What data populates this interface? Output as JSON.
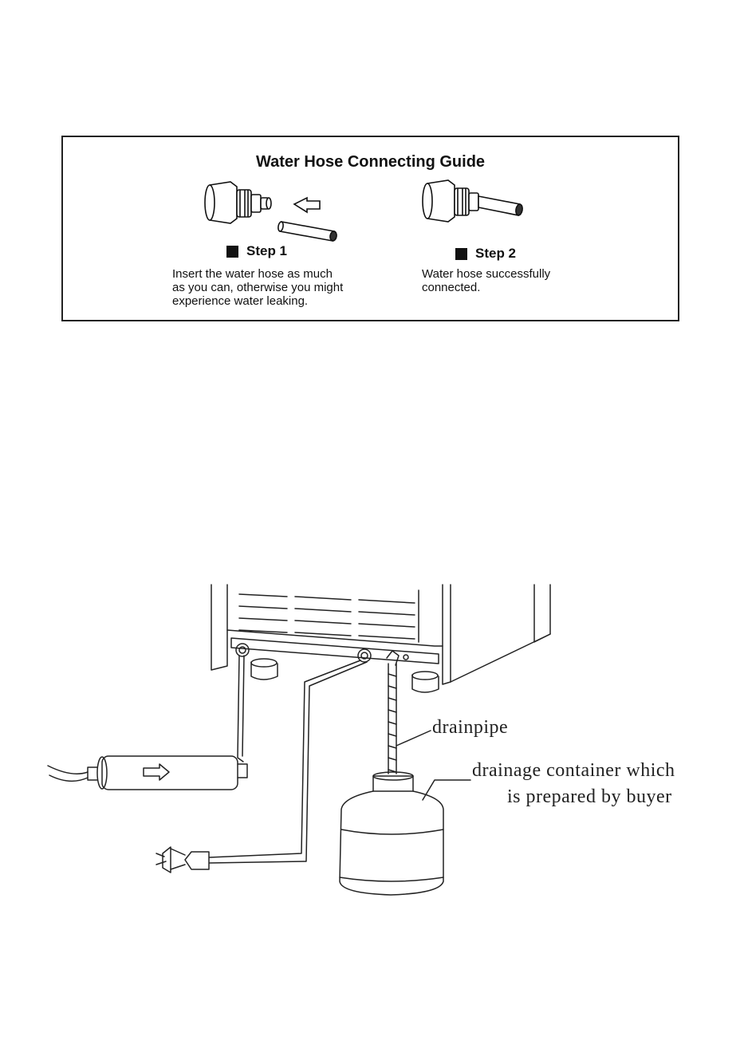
{
  "guide": {
    "title": "Water Hose Connecting Guide",
    "step1": {
      "label": "Step 1",
      "text": "Insert the water hose as much\nas you can, otherwise you might\nexperience water leaking."
    },
    "step2": {
      "label": "Step 2",
      "text": "Water hose successfully\nconnected."
    }
  },
  "diagram": {
    "drainpipe_label": "drainpipe",
    "container_label_line1": "drainage container which",
    "container_label_line2": "is prepared by buyer"
  }
}
